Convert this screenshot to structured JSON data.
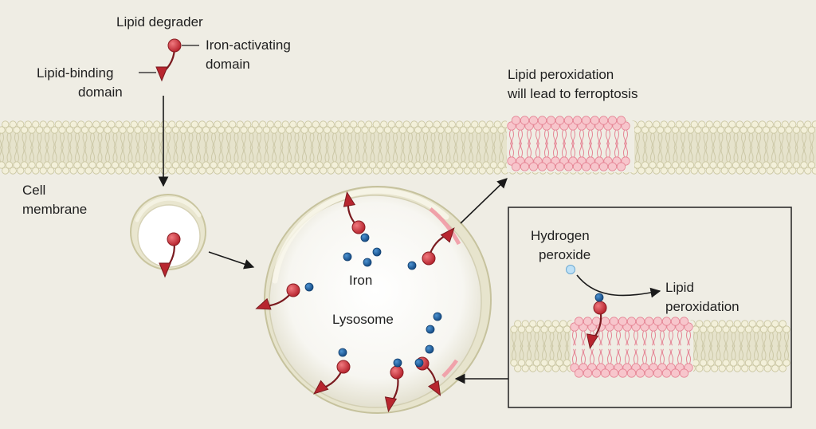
{
  "colors": {
    "background": "#efede4",
    "membrane_head": "#f3f0da",
    "membrane_stroke": "#c9c59f",
    "peroxidized_head": "#f7c6cc",
    "peroxidized_stroke": "#e58595",
    "degrader_red": "#c8323a",
    "iron_blue": "#1f5fa0",
    "peroxide_blue": "#bfe1f6"
  },
  "labels": {
    "lipid_degrader": "Lipid degrader",
    "iron_activating_1": "Iron-activating",
    "iron_activating_2": "domain",
    "lipid_binding_1": "Lipid-binding",
    "lipid_binding_2": "domain",
    "cell_membrane_1": "Cell",
    "cell_membrane_2": "membrane",
    "lipid_peroxidation_top_1": "Lipid peroxidation",
    "lipid_peroxidation_top_2": "will lead to ferroptosis",
    "iron": "Iron",
    "lysosome": "Lysosome",
    "hydrogen_peroxide_1": "Hydrogen",
    "hydrogen_peroxide_2": "peroxide",
    "lipid_peroxidation_inset_1": "Lipid",
    "lipid_peroxidation_inset_2": "peroxidation"
  },
  "icons": [
    "lipid-degrader-icon",
    "iron-ion-icon",
    "hydrogen-peroxide-icon",
    "arrow-icon"
  ]
}
